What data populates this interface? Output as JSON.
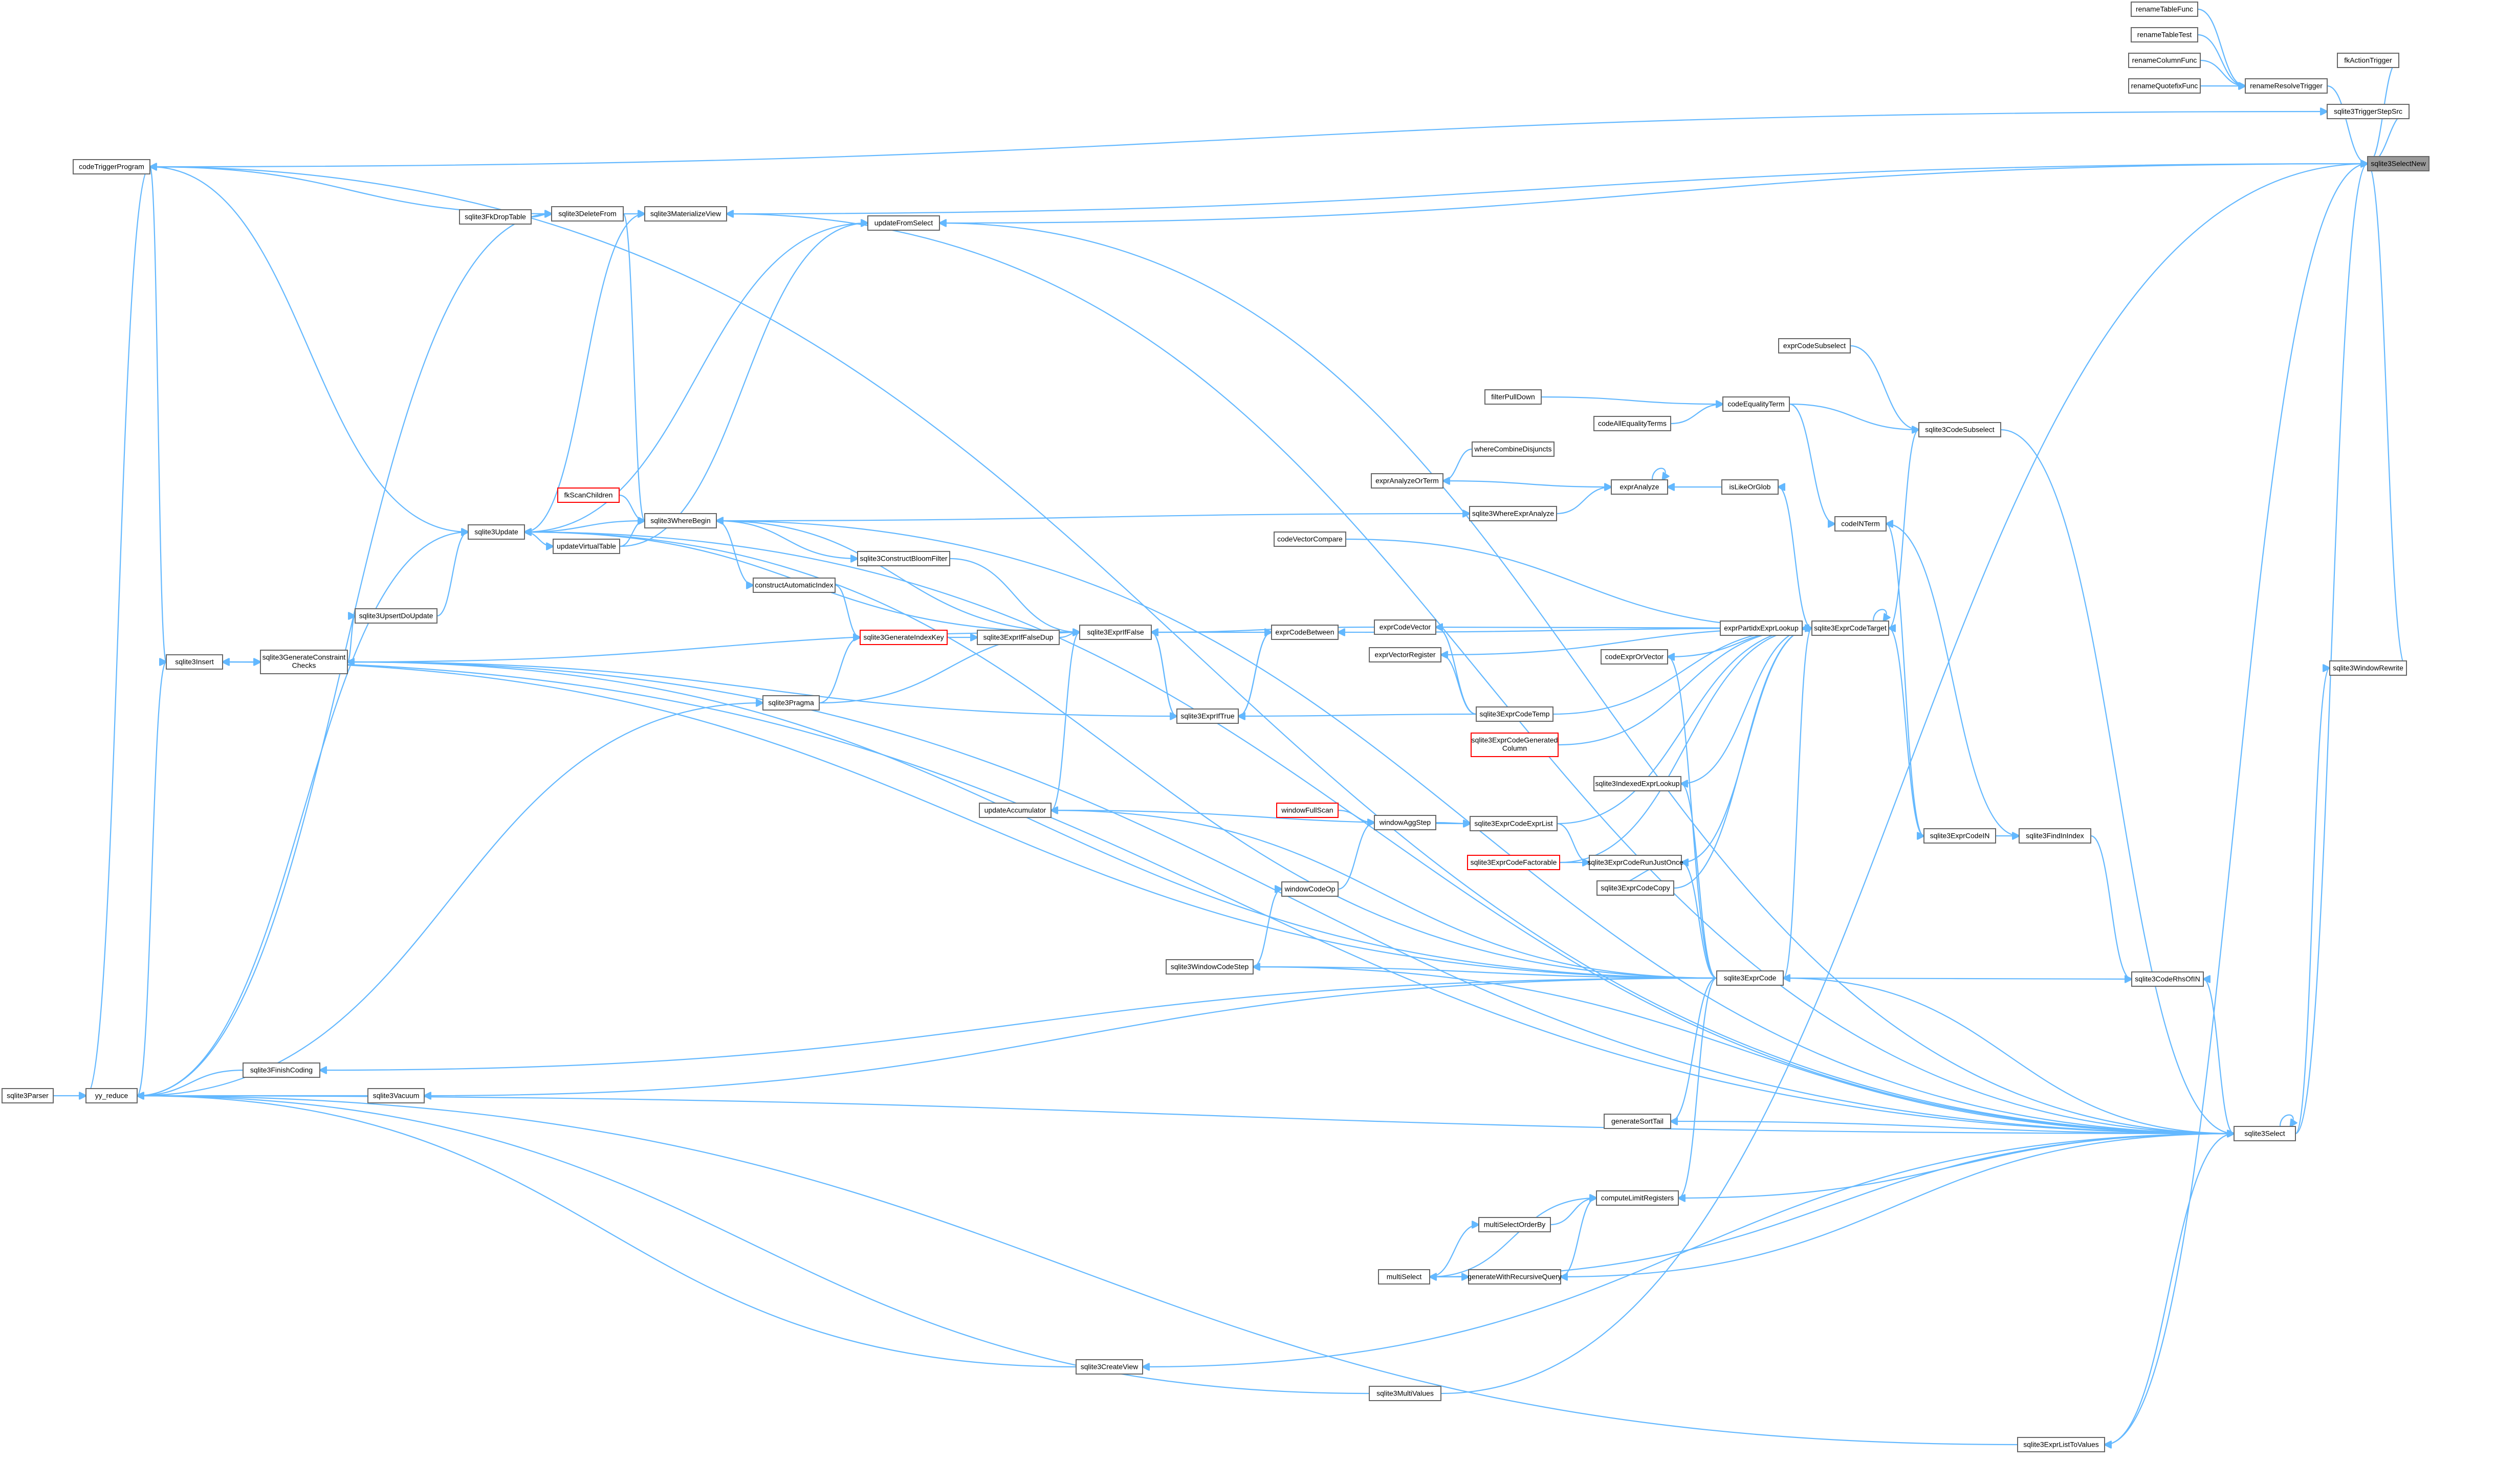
{
  "graph": {
    "title": "",
    "colors": {
      "edge": "#63b8ff",
      "box_border": "#666666",
      "box_fill": "#ffffff",
      "root_fill": "#999999",
      "truncated_border": "#ff0000"
    },
    "nodes": [
      {
        "id": "sqlite3SelectNew",
        "label": "sqlite3SelectNew",
        "style": "root"
      },
      {
        "id": "renameTableFunc",
        "label": "renameTableFunc"
      },
      {
        "id": "renameTableTest",
        "label": "renameTableTest"
      },
      {
        "id": "renameColumnFunc",
        "label": "renameColumnFunc"
      },
      {
        "id": "renameQuotefixFunc",
        "label": "renameQuotefixFunc"
      },
      {
        "id": "renameResolveTrigger",
        "label": "renameResolveTrigger"
      },
      {
        "id": "fkActionTrigger",
        "label": "fkActionTrigger"
      },
      {
        "id": "sqlite3TriggerStepSrc",
        "label": "sqlite3TriggerStepSrc"
      },
      {
        "id": "codeTriggerProgram",
        "label": "codeTriggerProgram"
      },
      {
        "id": "sqlite3FkDropTable",
        "label": "sqlite3FkDropTable"
      },
      {
        "id": "sqlite3DeleteFrom",
        "label": "sqlite3DeleteFrom"
      },
      {
        "id": "sqlite3MaterializeView",
        "label": "sqlite3MaterializeView"
      },
      {
        "id": "updateFromSelect",
        "label": "updateFromSelect"
      },
      {
        "id": "exprCodeSubselect",
        "label": "exprCodeSubselect"
      },
      {
        "id": "filterPullDown",
        "label": "filterPullDown"
      },
      {
        "id": "codeEqualityTerm",
        "label": "codeEqualityTerm"
      },
      {
        "id": "codeAllEqualityTerms",
        "label": "codeAllEqualityTerms"
      },
      {
        "id": "sqlite3CodeSubselect",
        "label": "sqlite3CodeSubselect"
      },
      {
        "id": "whereCombineDisjuncts",
        "label": "whereCombineDisjuncts"
      },
      {
        "id": "exprAnalyzeOrTerm",
        "label": "exprAnalyzeOrTerm"
      },
      {
        "id": "exprAnalyze",
        "label": "exprAnalyze"
      },
      {
        "id": "isLikeOrGlob",
        "label": "isLikeOrGlob"
      },
      {
        "id": "fkScanChildren",
        "label": "fkScanChildren",
        "style": "red"
      },
      {
        "id": "sqlite3WhereBegin",
        "label": "sqlite3WhereBegin"
      },
      {
        "id": "sqlite3WhereExprAnalyze",
        "label": "sqlite3WhereExprAnalyze"
      },
      {
        "id": "codeINTerm",
        "label": "codeINTerm"
      },
      {
        "id": "sqlite3Update",
        "label": "sqlite3Update"
      },
      {
        "id": "updateVirtualTable",
        "label": "updateVirtualTable"
      },
      {
        "id": "codeVectorCompare",
        "label": "codeVectorCompare"
      },
      {
        "id": "sqlite3ConstructBloomFilter",
        "label": "sqlite3ConstructBloomFilter"
      },
      {
        "id": "constructAutomaticIndex",
        "label": "constructAutomaticIndex"
      },
      {
        "id": "sqlite3UpsertDoUpdate",
        "label": "sqlite3UpsertDoUpdate"
      },
      {
        "id": "exprCodeVector",
        "label": "exprCodeVector"
      },
      {
        "id": "exprPartidxExprLookup",
        "label": "exprPartidxExprLookup"
      },
      {
        "id": "sqlite3ExprCodeTarget",
        "label": "sqlite3ExprCodeTarget"
      },
      {
        "id": "sqlite3Insert",
        "label": "sqlite3Insert"
      },
      {
        "id": "sqlite3GenerateConstraintChecks",
        "label": "sqlite3GenerateConstraint Checks"
      },
      {
        "id": "sqlite3GenerateIndexKey",
        "label": "sqlite3GenerateIndexKey",
        "style": "red"
      },
      {
        "id": "sqlite3ExprIfFalseDup",
        "label": "sqlite3ExprIfFalseDup"
      },
      {
        "id": "sqlite3ExprIfFalse",
        "label": "sqlite3ExprIfFalse"
      },
      {
        "id": "exprCodeBetween",
        "label": "exprCodeBetween"
      },
      {
        "id": "exprVectorRegister",
        "label": "exprVectorRegister"
      },
      {
        "id": "codeExprOrVector",
        "label": "codeExprOrVector"
      },
      {
        "id": "sqlite3Pragma",
        "label": "sqlite3Pragma"
      },
      {
        "id": "sqlite3ExprIfTrue",
        "label": "sqlite3ExprIfTrue"
      },
      {
        "id": "sqlite3ExprCodeTemp",
        "label": "sqlite3ExprCodeTemp"
      },
      {
        "id": "sqlite3ExprCodeGeneratedColumn",
        "label": "sqlite3ExprCodeGenerated Column",
        "style": "red"
      },
      {
        "id": "sqlite3IndexedExprLookup",
        "label": "sqlite3IndexedExprLookup"
      },
      {
        "id": "windowFullScan",
        "label": "windowFullScan",
        "style": "red"
      },
      {
        "id": "windowAggStep",
        "label": "windowAggStep"
      },
      {
        "id": "sqlite3ExprCodeExprList",
        "label": "sqlite3ExprCodeExprList"
      },
      {
        "id": "updateAccumulator",
        "label": "updateAccumulator"
      },
      {
        "id": "sqlite3ExprCodeIN",
        "label": "sqlite3ExprCodeIN"
      },
      {
        "id": "sqlite3FindInIndex",
        "label": "sqlite3FindInIndex"
      },
      {
        "id": "sqlite3ExprCodeFactorable",
        "label": "sqlite3ExprCodeFactorable",
        "style": "red"
      },
      {
        "id": "sqlite3ExprCodeRunJustOnce",
        "label": "sqlite3ExprCodeRunJustOnce"
      },
      {
        "id": "windowCodeOp",
        "label": "windowCodeOp"
      },
      {
        "id": "sqlite3ExprCodeCopy",
        "label": "sqlite3ExprCodeCopy"
      },
      {
        "id": "sqlite3WindowCodeStep",
        "label": "sqlite3WindowCodeStep"
      },
      {
        "id": "sqlite3ExprCode",
        "label": "sqlite3ExprCode"
      },
      {
        "id": "sqlite3CodeRhsOfIN",
        "label": "sqlite3CodeRhsOfIN"
      },
      {
        "id": "sqlite3FinishCoding",
        "label": "sqlite3FinishCoding"
      },
      {
        "id": "sqlite3Parser",
        "label": "sqlite3Parser"
      },
      {
        "id": "yy_reduce",
        "label": "yy_reduce"
      },
      {
        "id": "sqlite3Vacuum",
        "label": "sqlite3Vacuum"
      },
      {
        "id": "generateSortTail",
        "label": "generateSortTail"
      },
      {
        "id": "sqlite3Select",
        "label": "sqlite3Select"
      },
      {
        "id": "computeLimitRegisters",
        "label": "computeLimitRegisters"
      },
      {
        "id": "multiSelectOrderBy",
        "label": "multiSelectOrderBy"
      },
      {
        "id": "multiSelect",
        "label": "multiSelect"
      },
      {
        "id": "generateWithRecursiveQuery",
        "label": "generateWithRecursiveQuery"
      },
      {
        "id": "sqlite3CreateView",
        "label": "sqlite3CreateView"
      },
      {
        "id": "sqlite3WindowRewrite",
        "label": "sqlite3WindowRewrite"
      },
      {
        "id": "sqlite3MultiValues",
        "label": "sqlite3MultiValues"
      },
      {
        "id": "sqlite3ExprListToValues",
        "label": "sqlite3ExprListToValues"
      }
    ],
    "edges": [
      [
        "renameTableFunc",
        "renameResolveTrigger"
      ],
      [
        "renameTableTest",
        "renameResolveTrigger"
      ],
      [
        "renameColumnFunc",
        "renameResolveTrigger"
      ],
      [
        "renameQuotefixFunc",
        "renameResolveTrigger"
      ],
      [
        "renameResolveTrigger",
        "sqlite3SelectNew"
      ],
      [
        "fkActionTrigger",
        "sqlite3SelectNew"
      ],
      [
        "sqlite3TriggerStepSrc",
        "sqlite3SelectNew"
      ],
      [
        "codeTriggerProgram",
        "sqlite3TriggerStepSrc"
      ],
      [
        "sqlite3FkDropTable",
        "sqlite3DeleteFrom"
      ],
      [
        "sqlite3DeleteFrom",
        "sqlite3MaterializeView"
      ],
      [
        "sqlite3MaterializeView",
        "sqlite3SelectNew"
      ],
      [
        "updateFromSelect",
        "sqlite3SelectNew"
      ],
      [
        "codeTriggerProgram",
        "sqlite3DeleteFrom"
      ],
      [
        "codeTriggerProgram",
        "sqlite3Update"
      ],
      [
        "codeTriggerProgram",
        "sqlite3Insert"
      ],
      [
        "sqlite3Update",
        "sqlite3MaterializeView"
      ],
      [
        "sqlite3Update",
        "updateFromSelect"
      ],
      [
        "updateVirtualTable",
        "updateFromSelect"
      ],
      [
        "sqlite3DeleteFrom",
        "sqlite3WhereBegin"
      ],
      [
        "fkScanChildren",
        "sqlite3WhereBegin"
      ],
      [
        "sqlite3Update",
        "sqlite3WhereBegin"
      ],
      [
        "updateVirtualTable",
        "sqlite3WhereBegin"
      ],
      [
        "sqlite3Update",
        "updateVirtualTable"
      ],
      [
        "sqlite3UpsertDoUpdate",
        "sqlite3Update"
      ],
      [
        "sqlite3GenerateConstraintChecks",
        "sqlite3UpsertDoUpdate"
      ],
      [
        "sqlite3Insert",
        "sqlite3GenerateConstraintChecks"
      ],
      [
        "sqlite3WhereBegin",
        "constructAutomaticIndex"
      ],
      [
        "constructAutomaticIndex",
        "sqlite3GenerateIndexKey"
      ],
      [
        "sqlite3GenerateIndexKey",
        "sqlite3ExprIfFalseDup"
      ],
      [
        "sqlite3Pragma",
        "sqlite3GenerateIndexKey"
      ],
      [
        "sqlite3ExprIfFalseDup",
        "sqlite3ExprIfFalse"
      ],
      [
        "sqlite3WhereBegin",
        "sqlite3ConstructBloomFilter"
      ],
      [
        "sqlite3ConstructBloomFilter",
        "sqlite3ExprIfFalse"
      ],
      [
        "exprCodeBetween",
        "sqlite3ExprIfFalse"
      ],
      [
        "sqlite3ExprIfTrue",
        "sqlite3ExprIfFalse"
      ],
      [
        "sqlite3ExprIfFalse",
        "sqlite3ExprIfTrue"
      ],
      [
        "exprCodeBetween",
        "sqlite3ExprIfTrue"
      ],
      [
        "sqlite3ExprIfTrue",
        "exprCodeBetween"
      ],
      [
        "sqlite3ExprCodeTarget",
        "exprCodeBetween"
      ],
      [
        "exprCodeVector",
        "sqlite3ExprIfFalse"
      ],
      [
        "sqlite3Pragma",
        "sqlite3ExprIfFalse"
      ],
      [
        "sqlite3GenerateConstraintChecks",
        "sqlite3ExprIfFalse"
      ],
      [
        "sqlite3Update",
        "sqlite3ExprIfFalse"
      ],
      [
        "sqlite3WhereBegin",
        "sqlite3ExprIfFalse"
      ],
      [
        "updateAccumulator",
        "sqlite3ExprIfFalse"
      ],
      [
        "sqlite3GenerateConstraintChecks",
        "sqlite3ExprIfTrue"
      ],
      [
        "sqlite3ExprCodeTemp",
        "sqlite3ExprIfTrue"
      ],
      [
        "filterPullDown",
        "codeEqualityTerm"
      ],
      [
        "codeAllEqualityTerms",
        "codeEqualityTerm"
      ],
      [
        "codeEqualityTerm",
        "sqlite3CodeSubselect"
      ],
      [
        "exprCodeSubselect",
        "sqlite3CodeSubselect"
      ],
      [
        "sqlite3ExprCodeTarget",
        "sqlite3CodeSubselect"
      ],
      [
        "sqlite3CodeSubselect",
        "sqlite3Select"
      ],
      [
        "whereCombineDisjuncts",
        "exprAnalyzeOrTerm"
      ],
      [
        "exprAnalyzeOrTerm",
        "exprAnalyze"
      ],
      [
        "exprAnalyze",
        "exprAnalyze"
      ],
      [
        "isLikeOrGlob",
        "exprAnalyze"
      ],
      [
        "sqlite3WhereExprAnalyze",
        "exprAnalyze"
      ],
      [
        "sqlite3WhereBegin",
        "sqlite3WhereExprAnalyze"
      ],
      [
        "sqlite3ExprCodeTarget",
        "isLikeOrGlob"
      ],
      [
        "codeINTerm",
        "sqlite3ExprCodeIN"
      ],
      [
        "codeEqualityTerm",
        "codeINTerm"
      ],
      [
        "codeVectorCompare",
        "sqlite3ExprCodeTarget"
      ],
      [
        "exprPartidxExprLookup",
        "sqlite3ExprCodeTarget"
      ],
      [
        "sqlite3ExprCodeTarget",
        "exprPartidxExprLookup"
      ],
      [
        "sqlite3ExprCodeTarget",
        "sqlite3ExprCodeTarget"
      ],
      [
        "exprCodeVector",
        "sqlite3ExprCodeTarget"
      ],
      [
        "exprVectorRegister",
        "sqlite3ExprCodeTarget"
      ],
      [
        "codeExprOrVector",
        "sqlite3ExprCodeTarget"
      ],
      [
        "sqlite3ExprCodeTemp",
        "sqlite3ExprCodeTarget"
      ],
      [
        "sqlite3ExprCodeTemp",
        "exprCodeVector"
      ],
      [
        "sqlite3ExprCodeTemp",
        "exprVectorRegister"
      ],
      [
        "sqlite3ExprCodeGeneratedColumn",
        "sqlite3ExprCodeTarget"
      ],
      [
        "sqlite3IndexedExprLookup",
        "sqlite3ExprCodeTarget"
      ],
      [
        "sqlite3ExprCodeExprList",
        "sqlite3ExprCodeTarget"
      ],
      [
        "sqlite3ExprCodeRunJustOnce",
        "sqlite3ExprCodeTarget"
      ],
      [
        "sqlite3ExprCodeCopy",
        "sqlite3ExprCodeTarget"
      ],
      [
        "sqlite3ExprCode",
        "sqlite3ExprCodeTarget"
      ],
      [
        "sqlite3ExprCodeIN",
        "sqlite3ExprCodeTarget"
      ],
      [
        "sqlite3ExprCodeFactorable",
        "sqlite3ExprCodeTarget"
      ],
      [
        "windowFullScan",
        "windowAggStep"
      ],
      [
        "windowAggStep",
        "sqlite3ExprCodeExprList"
      ],
      [
        "updateAccumulator",
        "sqlite3ExprCodeExprList"
      ],
      [
        "windowCodeOp",
        "windowAggStep"
      ],
      [
        "sqlite3WindowCodeStep",
        "windowCodeOp"
      ],
      [
        "sqlite3Select",
        "sqlite3WindowCodeStep"
      ],
      [
        "sqlite3ExprCodeIN",
        "sqlite3FindInIndex"
      ],
      [
        "sqlite3FindInIndex",
        "sqlite3CodeRhsOfIN"
      ],
      [
        "sqlite3CodeRhsOfIN",
        "sqlite3ExprCode"
      ],
      [
        "sqlite3FindInIndex",
        "codeINTerm"
      ],
      [
        "sqlite3ExprCodeFactorable",
        "sqlite3ExprCodeRunJustOnce"
      ],
      [
        "sqlite3ExprCodeExprList",
        "sqlite3ExprCodeRunJustOnce"
      ],
      [
        "sqlite3ExprCode",
        "sqlite3ExprCodeRunJustOnce"
      ],
      [
        "sqlite3ExprCodeCopy",
        "sqlite3ExprCodeRunJustOnce"
      ],
      [
        "sqlite3ExprCode",
        "sqlite3Update"
      ],
      [
        "sqlite3ExprCode",
        "sqlite3Insert"
      ],
      [
        "sqlite3ExprCode",
        "sqlite3GenerateConstraintChecks"
      ],
      [
        "sqlite3ExprCode",
        "updateAccumulator"
      ],
      [
        "sqlite3ExprCode",
        "sqlite3WindowCodeStep"
      ],
      [
        "sqlite3ExprCode",
        "sqlite3FinishCoding"
      ],
      [
        "sqlite3ExprCode",
        "sqlite3Vacuum"
      ],
      [
        "sqlite3ExprCode",
        "generateSortTail"
      ],
      [
        "sqlite3ExprCode",
        "computeLimitRegisters"
      ],
      [
        "sqlite3ExprCode",
        "sqlite3IndexedExprLookup"
      ],
      [
        "sqlite3ExprCode",
        "codeExprOrVector"
      ],
      [
        "sqlite3ExprCode",
        "sqlite3Select"
      ],
      [
        "sqlite3FinishCoding",
        "yy_reduce"
      ],
      [
        "sqlite3Vacuum",
        "yy_reduce"
      ],
      [
        "sqlite3Parser",
        "yy_reduce"
      ],
      [
        "yy_reduce",
        "codeTriggerProgram"
      ],
      [
        "yy_reduce",
        "sqlite3Insert"
      ],
      [
        "yy_reduce",
        "sqlite3Update"
      ],
      [
        "yy_reduce",
        "sqlite3Pragma"
      ],
      [
        "yy_reduce",
        "sqlite3DeleteFrom"
      ],
      [
        "generateSortTail",
        "sqlite3Select"
      ],
      [
        "computeLimitRegisters",
        "sqlite3Select"
      ],
      [
        "multiSelectOrderBy",
        "computeLimitRegisters"
      ],
      [
        "multiSelect",
        "multiSelectOrderBy"
      ],
      [
        "multiSelect",
        "computeLimitRegisters"
      ],
      [
        "generateWithRecursiveQuery",
        "computeLimitRegisters"
      ],
      [
        "multiSelect",
        "generateWithRecursiveQuery"
      ],
      [
        "sqlite3Select",
        "multiSelect"
      ],
      [
        "sqlite3Select",
        "generateWithRecursiveQuery"
      ],
      [
        "sqlite3Select",
        "sqlite3Select"
      ],
      [
        "sqlite3Select",
        "sqlite3SelectNew"
      ],
      [
        "sqlite3WindowRewrite",
        "sqlite3SelectNew"
      ],
      [
        "sqlite3CreateView",
        "yy_reduce"
      ],
      [
        "sqlite3Select",
        "sqlite3CreateView"
      ],
      [
        "sqlite3MultiValues",
        "yy_reduce"
      ],
      [
        "sqlite3ExprListToValues",
        "yy_reduce"
      ],
      [
        "sqlite3ExprListToValues",
        "sqlite3SelectNew"
      ],
      [
        "sqlite3MultiValues",
        "sqlite3SelectNew"
      ],
      [
        "sqlite3Select",
        "sqlite3ExprListToValues"
      ],
      [
        "sqlite3Select",
        "yy_reduce"
      ],
      [
        "sqlite3Select",
        "sqlite3Insert"
      ],
      [
        "sqlite3Select",
        "codeTriggerProgram"
      ],
      [
        "sqlite3Select",
        "updateFromSelect"
      ],
      [
        "sqlite3Select",
        "sqlite3MaterializeView"
      ],
      [
        "sqlite3Select",
        "sqlite3WhereBegin"
      ],
      [
        "sqlite3Select",
        "sqlite3Update"
      ],
      [
        "sqlite3Select",
        "sqlite3WindowRewrite"
      ],
      [
        "sqlite3Select",
        "sqlite3CodeRhsOfIN"
      ],
      [
        "sqlite3Select",
        "sqlite3GenerateConstraintChecks"
      ]
    ]
  }
}
